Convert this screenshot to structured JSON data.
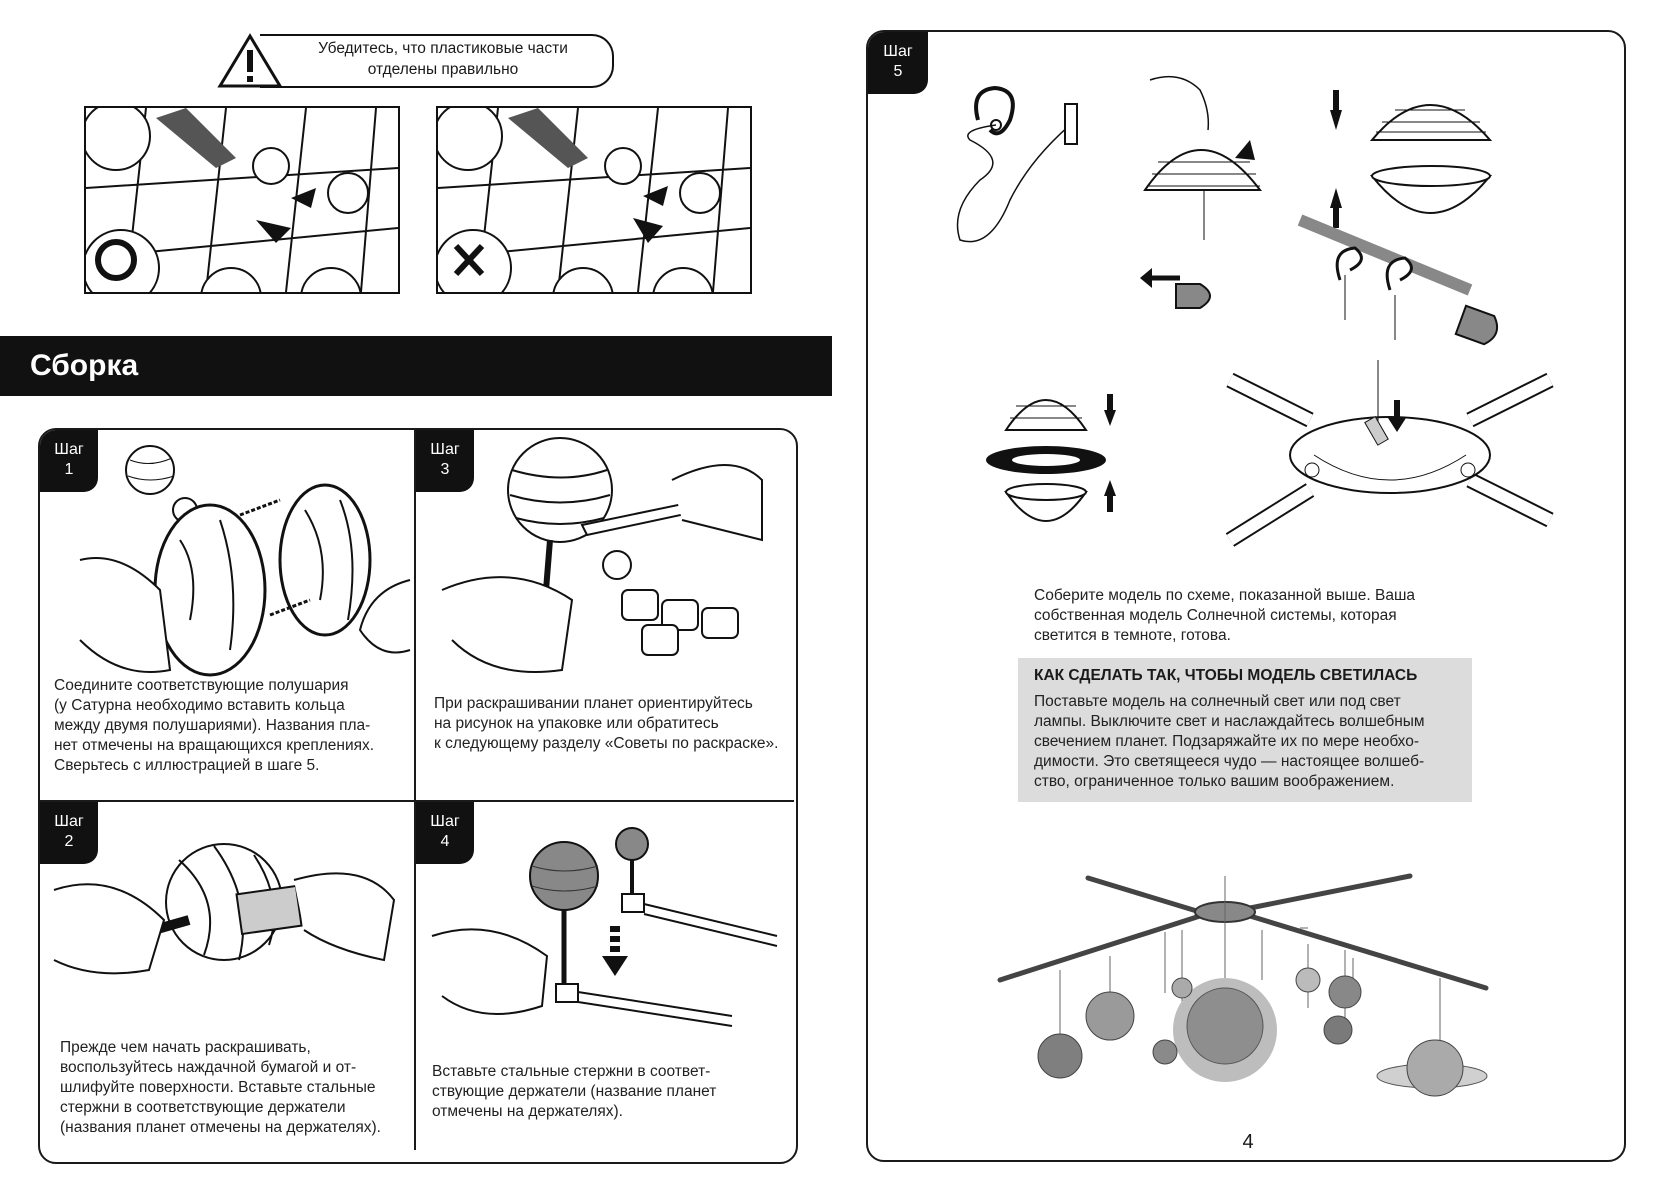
{
  "warning": {
    "line1": "Убедитесь, что пластиковые части",
    "line2": "отделены правильно"
  },
  "section_title": "Сборка",
  "steps": {
    "s1": {
      "label": "Шаг",
      "number": "1",
      "text": [
        "Соедините соответствующие полушария",
        "(у Сатурна необходимо вставить кольца",
        "между двумя полушариями). Названия пла-",
        "нет отмечены на вращающихся креплениях.",
        "Сверьтесь с иллюстрацией в шаге 5."
      ]
    },
    "s2": {
      "label": "Шаг",
      "number": "2",
      "text": [
        "Прежде чем начать раскрашивать,",
        "воспользуйтесь наждачной бумагой и от-",
        "шлифуйте поверхности. Вставьте стальные",
        "стержни в соответствующие держатели",
        "(названия планет отмечены на держателях)."
      ]
    },
    "s3": {
      "label": "Шаг",
      "number": "3",
      "text": [
        "При раскрашивании планет ориентируйтесь",
        "на рисунок на упаковке или обратитесь",
        "к следующему разделу «Советы по раскраске»."
      ]
    },
    "s4": {
      "label": "Шаг",
      "number": "4",
      "text": [
        "Вставьте стальные стержни в соответ-",
        "ствующие держатели (название планет",
        "отмечены на держателях)."
      ]
    },
    "s5": {
      "label": "Шаг",
      "number": "5",
      "text": [
        "Соберите модель по схеме, показанной выше. Ваша",
        "собственная модель Солнечной системы, которая",
        "светится в темноте, готова."
      ]
    }
  },
  "glow": {
    "heading": "КАК СДЕЛАТЬ ТАК, ЧТОБЫ МОДЕЛЬ СВЕТИЛАСЬ",
    "text": [
      "Поставьте модель на солнечный свет или под свет",
      "лампы. Выключите свет и наслаждайтесь волшебным",
      "свечением планет. Подзаряжайте их по мере необхо-",
      "димости. Это светящееся чудо — настоящее волшеб-",
      "ство, ограниченное только вашим воображением."
    ]
  },
  "page_number": "4",
  "colors": {
    "ink": "#111111",
    "panel": "#dcdcdc",
    "sun": "#9a9a9a"
  }
}
